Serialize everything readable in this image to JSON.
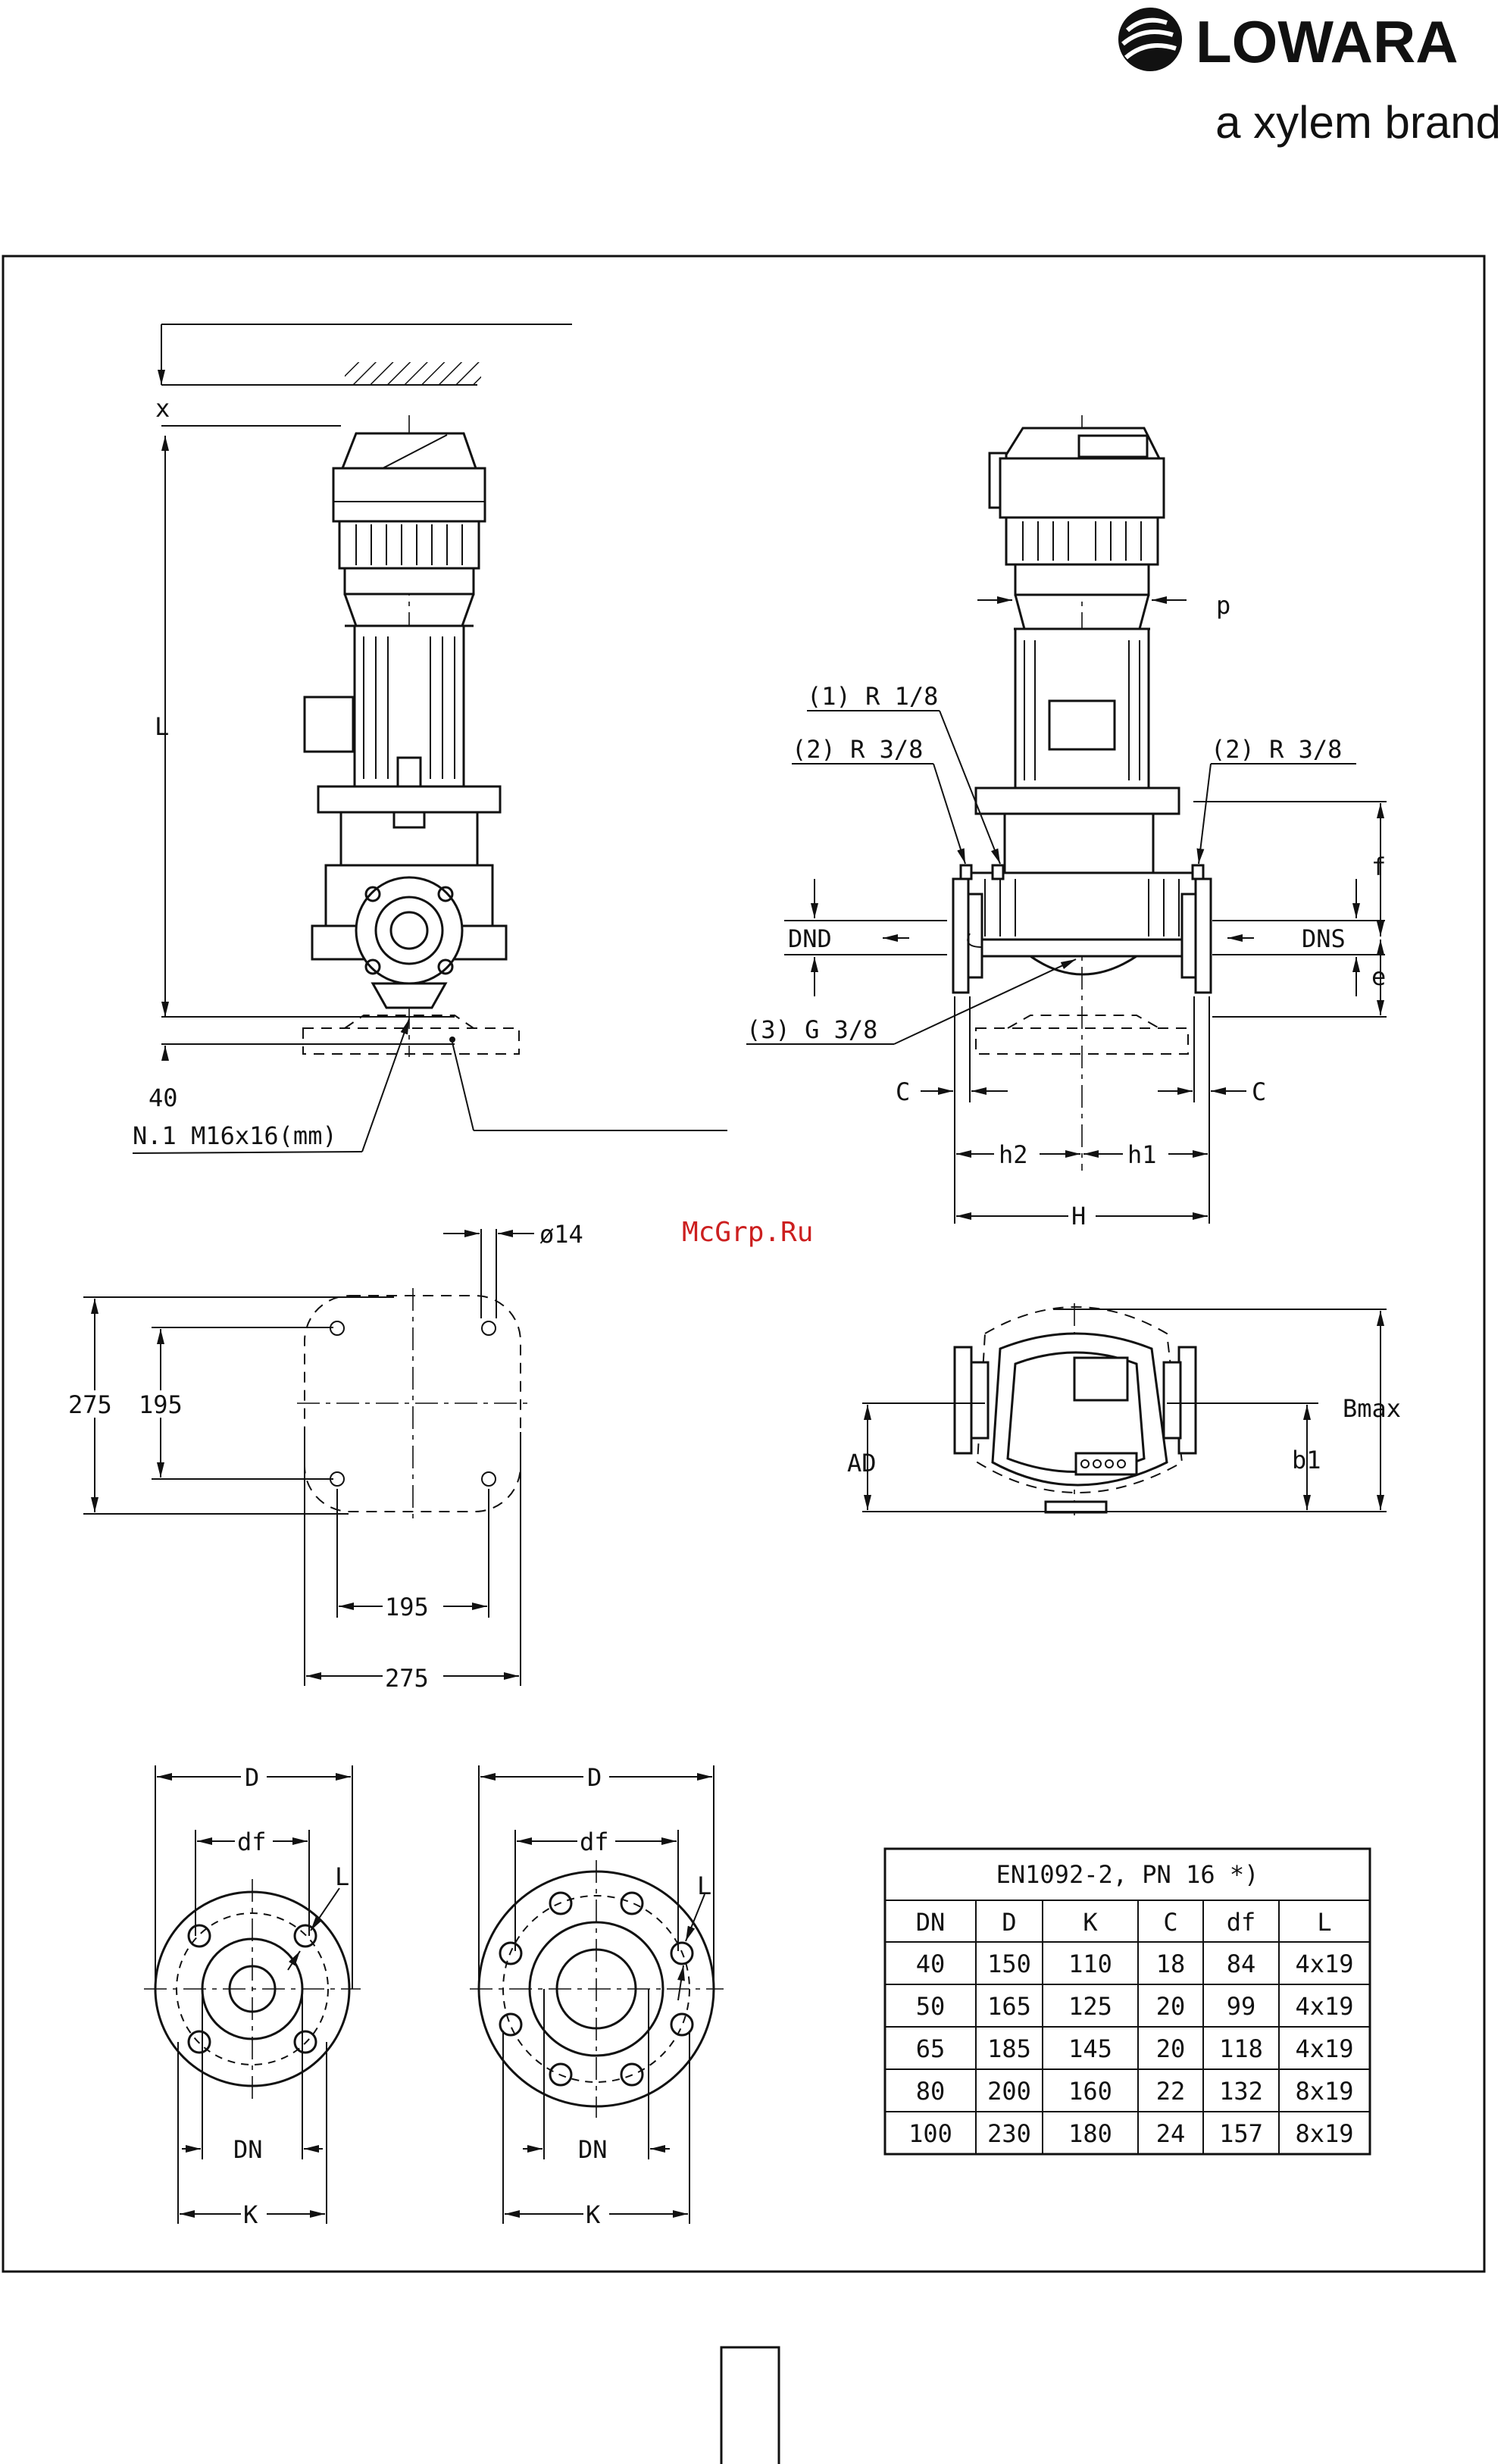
{
  "header": {
    "brand_name": "LOWARA",
    "brand_tagline": "a xylem brand"
  },
  "watermark": "McGrp.Ru",
  "side_view": {
    "label_x": "x",
    "label_L": "L",
    "label_40": "40",
    "label_bolt": "N.1 M16x16(mm)"
  },
  "front_view": {
    "label_p": "p",
    "label_r18": "(1) R 1/8",
    "label_r38_left": "(2) R 3/8",
    "label_r38_right": "(2) R 3/8",
    "label_g38": "(3) G 3/8",
    "label_dnd": "DND",
    "label_dns": "DNS",
    "label_f": "f",
    "label_e": "e",
    "label_c_left": "C",
    "label_c_right": "C",
    "label_h2": "h2",
    "label_h1": "h1",
    "label_H": "H"
  },
  "base_plan": {
    "label_d14": "ø14",
    "label_275_v": "275",
    "label_195_v": "195",
    "label_195_h": "195",
    "label_275_h": "275"
  },
  "top_view": {
    "label_bmax": "Bmax",
    "label_ad": "AD",
    "label_b1": "b1"
  },
  "flange_4": {
    "label_D": "D",
    "label_df": "df",
    "label_L": "L",
    "label_DN": "DN",
    "label_K": "K"
  },
  "flange_8": {
    "label_D": "D",
    "label_df": "df",
    "label_L": "L",
    "label_DN": "DN",
    "label_K": "K"
  },
  "flange_table": {
    "title": "EN1092-2, PN 16 *)",
    "columns": [
      "DN",
      "D",
      "K",
      "C",
      "df",
      "L"
    ],
    "rows": [
      [
        "40",
        "150",
        "110",
        "18",
        "84",
        "4x19"
      ],
      [
        "50",
        "165",
        "125",
        "20",
        "99",
        "4x19"
      ],
      [
        "65",
        "185",
        "145",
        "20",
        "118",
        "4x19"
      ],
      [
        "80",
        "200",
        "160",
        "22",
        "132",
        "8x19"
      ],
      [
        "100",
        "230",
        "180",
        "24",
        "157",
        "8x19"
      ]
    ]
  },
  "colors": {
    "line": "#111111",
    "watermark": "#cc1f1f"
  }
}
